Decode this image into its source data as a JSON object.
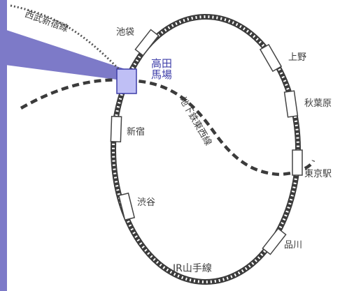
{
  "map": {
    "highlight_color": "#bfbff5",
    "highlight_border": "#3e3ea9",
    "accent_color": "#7d7ac8",
    "track_color": "#3b3b3b",
    "station_fill": "#ffffff",
    "highlight_station": {
      "name": "高田馬場",
      "line1": "高田",
      "line2": "馬場"
    },
    "lines": {
      "seibu": "西武新宿線",
      "tozai": "地下鉄東西線",
      "yamanote": "JR山手線"
    },
    "stations": {
      "ikebukuro": "池袋",
      "ueno": "上野",
      "akihabara": "秋葉原",
      "tokyo": "東京駅",
      "shinjuku": "新宿",
      "shibuya": "渋谷",
      "shinagawa": "品川"
    }
  }
}
